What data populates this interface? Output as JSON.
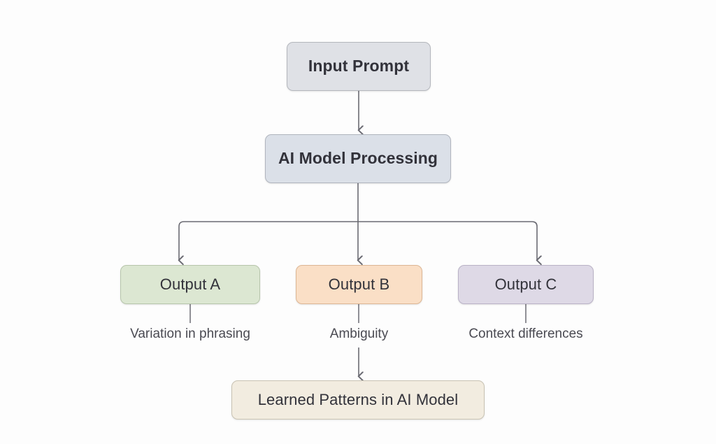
{
  "diagram": {
    "type": "flowchart",
    "background_color": "#fdfdfd",
    "connector_color": "#6b6b73",
    "nodes": {
      "input_prompt": {
        "label": "Input Prompt",
        "fill_color": "#dfe1e6",
        "border_color": "#b4b7bd"
      },
      "ai_model_processing": {
        "label": "AI Model Processing",
        "fill_color": "#dbe0e8",
        "border_color": "#b0b5be"
      },
      "output_a": {
        "label": "Output A",
        "fill_color": "#dce7d2",
        "border_color": "#b7c5ab",
        "caption": "Variation in phrasing"
      },
      "output_b": {
        "label": "Output B",
        "fill_color": "#fadfc6",
        "border_color": "#ddb694",
        "caption": "Ambiguity"
      },
      "output_c": {
        "label": "Output C",
        "fill_color": "#ded9e6",
        "border_color": "#b9b2c6",
        "caption": "Context differences"
      },
      "learned_patterns": {
        "label": "Learned Patterns in AI Model",
        "fill_color": "#f2ece0",
        "border_color": "#c9c3b3"
      }
    },
    "edges": [
      {
        "name": "input-to-processing",
        "from": "input_prompt",
        "to": "ai_model_processing",
        "arrow": true
      },
      {
        "name": "processing-to-output-a",
        "from": "ai_model_processing",
        "to": "output_a",
        "arrow": true
      },
      {
        "name": "processing-to-output-b",
        "from": "ai_model_processing",
        "to": "output_b",
        "arrow": true
      },
      {
        "name": "processing-to-output-c",
        "from": "ai_model_processing",
        "to": "output_c",
        "arrow": true
      },
      {
        "name": "output-a-to-caption",
        "from": "output_a",
        "to": "caption_a",
        "arrow": false
      },
      {
        "name": "output-b-to-caption",
        "from": "output_b",
        "to": "caption_b",
        "arrow": false
      },
      {
        "name": "output-c-to-caption",
        "from": "output_c",
        "to": "caption_c",
        "arrow": false
      },
      {
        "name": "caption-b-to-learned-patterns",
        "from": "caption_b",
        "to": "learned_patterns",
        "arrow": true
      }
    ]
  }
}
